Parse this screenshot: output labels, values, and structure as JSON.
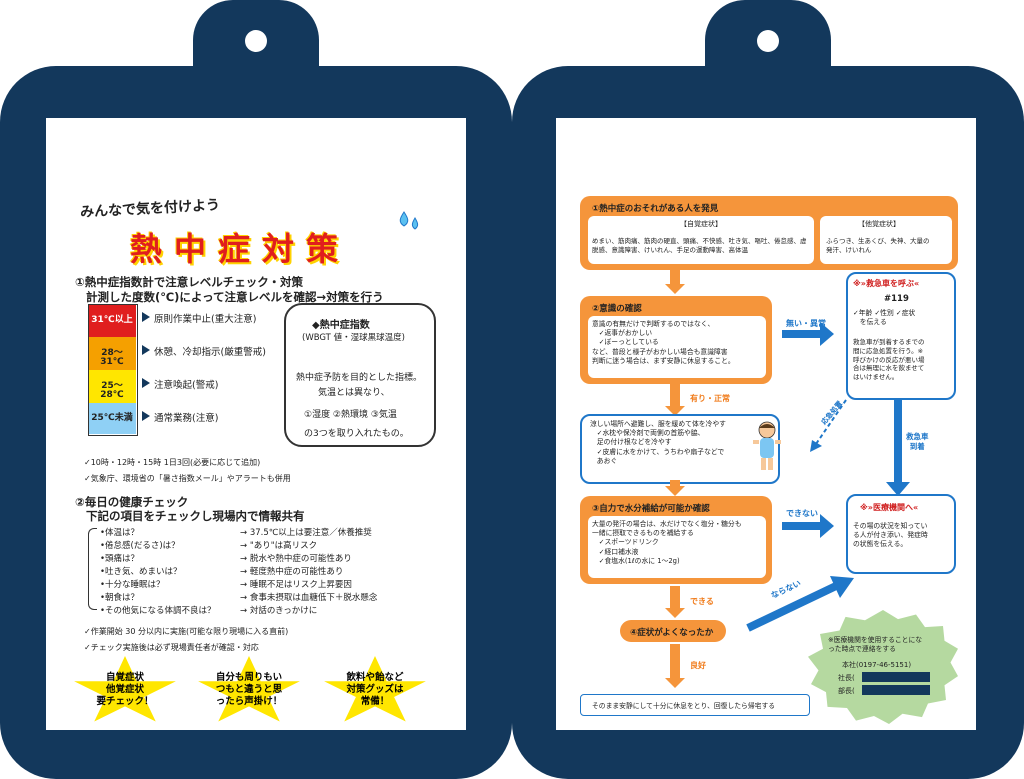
{
  "left": {
    "heading_small": "みんなで気を付けよう",
    "heading_big": "熱中症対策",
    "section1_title": "①熱中症指数計で注意レベルチェック・対策",
    "section1_sub": "計測した度数(℃)によって注意レベルを確認→対策を行う",
    "levels": [
      {
        "label": "31℃以上",
        "action": "原則作業中止(重大注意)",
        "color": "#e01e1e"
      },
      {
        "label": "28～31℃",
        "action": "休憩、冷却指示(厳重警戒)",
        "color": "#f5a000"
      },
      {
        "label": "25～28℃",
        "action": "注意喚起(警戒)",
        "color": "#ffe600"
      },
      {
        "label": "25℃未満",
        "action": "通常業務(注意)",
        "color": "#8fd0f5"
      }
    ],
    "index_box": {
      "title": "◆熱中症指数",
      "subtitle": "(WBGT 値・湿球黒球温度)",
      "line1": "熱中症予防を目的とした指標。",
      "line2": "気温とは異なり、",
      "line3": "①湿度 ②熱環境 ③気温",
      "line4": "の3つを取り入れたもの。"
    },
    "note1": "✓10時・12時・15時 1日3回(必要に応じて追加)",
    "note2": "✓気象庁、環境省の「暑さ指数メール」やアラートも併用",
    "section2_title": "②毎日の健康チェック",
    "section2_sub": "下記の項目をチェックし現場内で情報共有",
    "checks": [
      {
        "item": "•体温は？",
        "result": "→ 37.5℃以上は要注意／休養推奨"
      },
      {
        "item": "•倦怠感(だるさ)は？",
        "result": "→ \"あり\"は高リスク"
      },
      {
        "item": "•頭痛は？",
        "result": "→ 脱水や熱中症の可能性あり"
      },
      {
        "item": "•吐き気、めまいは？",
        "result": "→ 軽度熱中症の可能性あり"
      },
      {
        "item": "•十分な睡眠は？",
        "result": "→ 睡眠不足はリスク上昇要因"
      },
      {
        "item": "•朝食は？",
        "result": "→ 食事未摂取は血糖低下＋脱水懸念"
      },
      {
        "item": "•その他気になる体調不良は？",
        "result": "→ 対話のきっかけに"
      }
    ],
    "note3": "✓作業開始 30 分以内に実施(可能な限り現場に入る直前)",
    "note4": "✓チェック実施後は必ず現場責任者が確認・対応",
    "stars": [
      "自覚症状\n他覚症状\n要チェック！",
      "自分も周りもい\nつもと違うと思\nったら声掛け！",
      "飲料や飴など\n対策グッズは\n常備！"
    ]
  },
  "right": {
    "step1_title": "①熱中症のおそれがある人を発見",
    "self_symptoms_title": "【自覚症状】",
    "self_symptoms": "めまい、筋肉痛、筋肉の硬直、頭痛、不快感、吐き気、嘔吐、倦怠感、虚\n脱感、意識障害、けいれん、手足の運動障害、高体温",
    "other_symptoms_title": "【他覚症状】",
    "other_symptoms": "ふらつき、生あくび、失神、大量の\n発汗、けいれん",
    "step2_title": "②意識の確認",
    "step2_text": "意識の有無だけで判断するのではなく、\n　✓返事がおかしい\n　✓ぼーっとしている\nなど、普段と様子がおかしい場合も意識障害\n判断に迷う場合は、まず安静に休息すること。",
    "no_abnormal": "無い・異常",
    "ambulance_title": "※»救急車を呼ぶ«",
    "ambulance_number": "#119",
    "ambulance_info": "✓年齢 ✓性別 ✓症状\n　を伝える",
    "ambulance_note": "救急車が到着するまでの\n間に応急処置を行う。※\n呼びかけの反応が悪い場\n合は無理に水を飲ませて\nはいけません。",
    "first_aid": "応急処置",
    "ambulance_arrive": "救急車\n到着",
    "yes_normal": "有り・正常",
    "cool_text": "涼しい場所へ避難し、服を緩めて体を冷やす\n　✓水枕や保冷剤で両側の首筋や脇、\n　足の付け根などを冷やす\n　✓皮膚に水をかけて、うちわや扇子などで\n　あおぐ",
    "step3_title": "③自力で水分補給が可能か確認",
    "step3_text": "大量の発汗の場合は、水だけでなく塩分・糖分も\n一緒に摂取できるものを補給する\n　✓スポーツドリンク\n　✓経口補水液\n　✓食塩水(1ℓの水に 1～2g)",
    "cannot": "できない",
    "hospital_title": "※»医療機関へ«",
    "hospital_text": "その場の状況を知ってい\nる人が付き添い、発症時\nの状態を伝える。",
    "can": "できる",
    "not_better": "ならない",
    "step4_title": "④症状がよくなったか",
    "good": "良好",
    "final_text": "そのまま安静にして十分に休息をとり、回復したら帰宅する",
    "contact_text": "※医療機関を使用することにな\nった時点で連絡をする",
    "head_office": "本社(0197-46-5151)",
    "president": "社長(",
    "manager": "部長("
  }
}
